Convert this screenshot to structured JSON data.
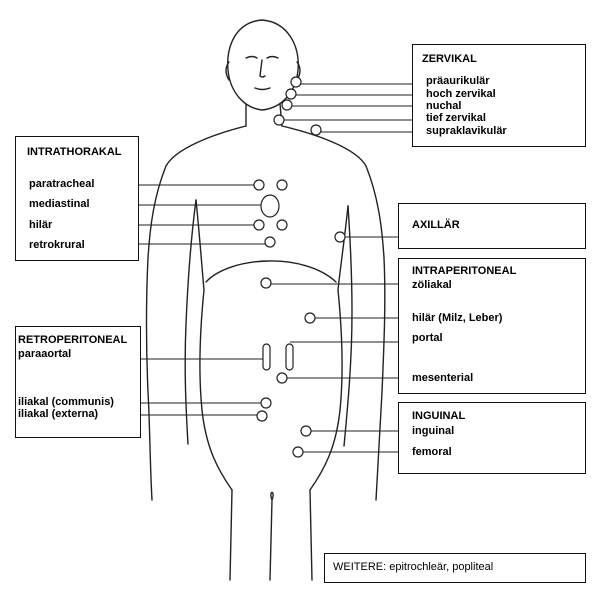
{
  "groups": {
    "zervikal": {
      "title": "ZERVIKAL",
      "items": [
        "präaurikulär",
        "hoch zervikal",
        "nuchal",
        "tief zervikal",
        "supraklavikulär"
      ]
    },
    "intrathorakal": {
      "title": "INTRATHORAKAL",
      "items": [
        "paratracheal",
        "mediastinal",
        "hilär",
        "retrokrural"
      ]
    },
    "axillaer": {
      "title": "AXILLÄR"
    },
    "intraperitoneal": {
      "title": "INTRAPERITONEAL",
      "items": [
        "zöliakal",
        "hilär (Milz, Leber)",
        "portal",
        "mesenterial"
      ]
    },
    "retroperitoneal": {
      "title": "RETROPERITONEAL",
      "items": [
        "paraaortal",
        "iliakal (communis)",
        "iliakal (externa)"
      ]
    },
    "inguinal": {
      "title": "INGUINAL",
      "items": [
        "inguinal",
        "femoral"
      ]
    }
  },
  "footer": {
    "text": "WEITERE: epitrochleär, popliteal"
  }
}
